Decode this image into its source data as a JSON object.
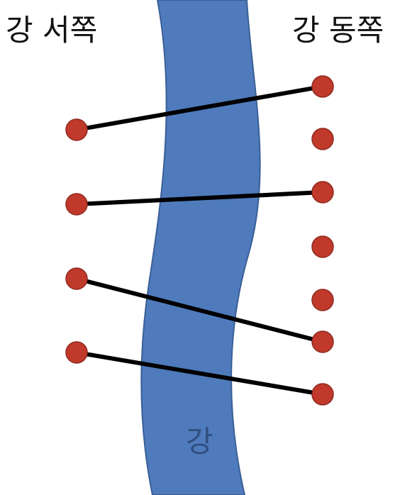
{
  "labels": {
    "west_bank": "강 서쪽",
    "east_bank": "강 동쪽",
    "river": "강"
  },
  "colors": {
    "river_fill": "#4f7bbd",
    "river_stroke": "#3a5f96",
    "river_text": "#2f4f7f",
    "point_fill": "#c0392b",
    "point_stroke": "#8e2a1f",
    "line": "#000000"
  },
  "points": {
    "west_count": 4,
    "east_count": 7
  },
  "connections": [
    {
      "west": 1,
      "east": 1
    },
    {
      "west": 2,
      "east": 3
    },
    {
      "west": 3,
      "east": 6
    },
    {
      "west": 4,
      "east": 7
    }
  ]
}
